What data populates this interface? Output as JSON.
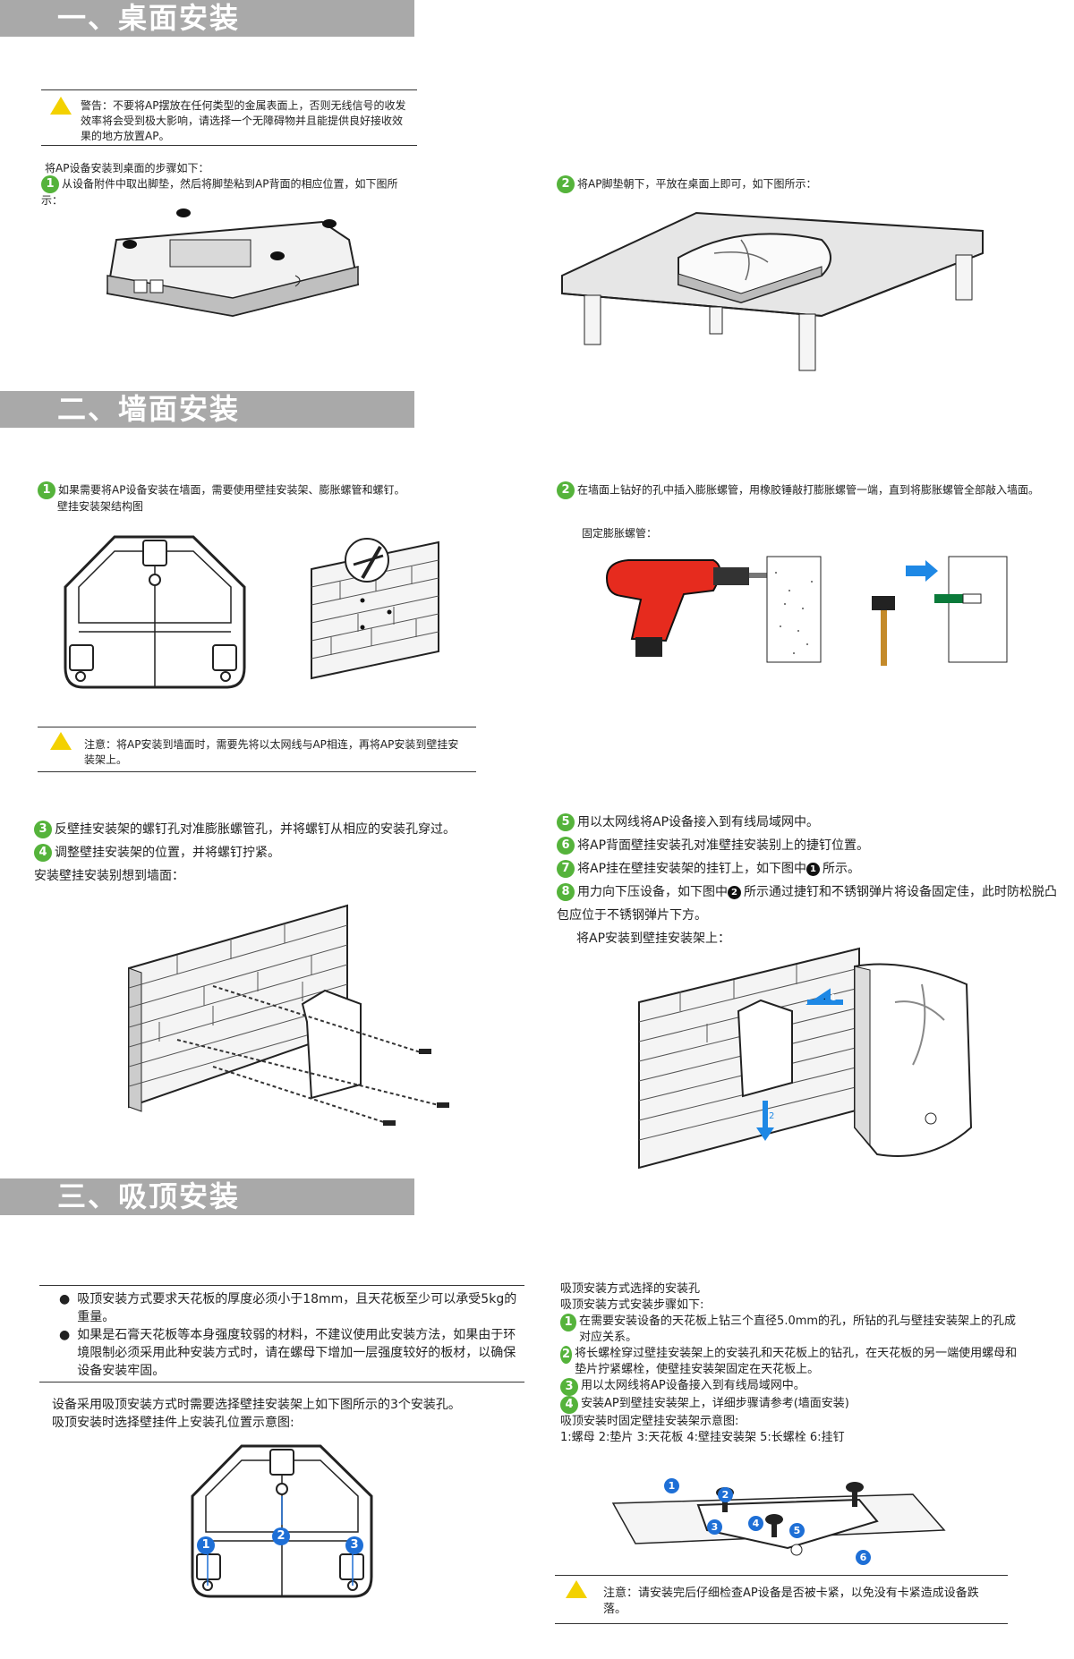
{
  "s1": {
    "title": "一、桌面安装",
    "warn_text": "警告：不要将AP摆放在任何类型的金属表面上，否则无线信号的收发效率将会受到极大影响，请选择一个无障碍物并且能提供良好接收效果的地方放置AP。",
    "intro": "将AP设备安装到桌面的步骤如下：",
    "step1_num": "1",
    "step1": "从设备附件中取出脚垫，然后将脚垫粘到AP背面的相应位置，如下图所示：",
    "step2_num": "2",
    "step2": "将AP脚垫朝下，平放在桌面上即可，如下图所示："
  },
  "s2": {
    "title": "二、墙面安装",
    "step1_num": "1",
    "step1": "如果需要将AP设备安装在墙面，需要使用壁挂安装架、膨胀螺管和螺钉。",
    "step1_sub": "壁挂安装架结构图",
    "step2_num": "2",
    "step2": "在墙面上钻好的孔中插入膨胀螺管，用橡胶锤敲打膨胀螺管一端，直到将膨胀螺管全部敲入墙面。",
    "step2_sub": "固定膨胀螺管：",
    "note": "注意：将AP安装到墙面时，需要先将以太网线与AP相连，再将AP安装到壁挂安装架上。",
    "step3_num": "3",
    "step3": "反壁挂安装架的螺钉孔对准膨胀螺管孔，并将螺钉从相应的安装孔穿过。",
    "step4_num": "4",
    "step4": "调整壁挂安装架的位置，并将螺钉拧紧。",
    "caption_left": "安装壁挂安装别想到墙面：",
    "step5_num": "5",
    "step5": "用以太网线将AP设备接入到有线局域网中。",
    "step6_num": "6",
    "step6": "将AP背面壁挂安装孔对准壁挂安装别上的捷钉位置。",
    "step7_num": "7",
    "step7_a": "将AP挂在壁挂安装架的挂钉上，如下图中",
    "step7_m": "1",
    "step7_b": "所示。",
    "step8_num": "8",
    "step8_a": "用力向下压设备，如下图中",
    "step8_m": "2",
    "step8_b": "所示通过捷钉和不锈钢弹片将设备固定佳，此时防松脱凸包应位于不锈钢弹片下方。",
    "caption_right": "将AP安装到壁挂安装架上：",
    "arrow1": "1",
    "arrow2": "2"
  },
  "s3": {
    "title": "三、吸顶安装",
    "bullet1": "吸顶安装方式要求天花板的厚度必须小于18mm，且天花板至少可以承受5kg的重量。",
    "bullet2": "如果是石膏天花板等本身强度较弱的材料，不建议使用此安装方法，如果由于环境限制必须采用此种安装方式时，请在螺母下增加一层强度较好的板材，以确保设备安装牢固。",
    "left_p1": "设备采用吸顶安装方式时需要选择壁挂安装架上如下图所示的3个安装孔。",
    "left_p2": "吸顶安装时选择壁挂件上安装孔位置示意图:",
    "hole_labels": [
      "1",
      "2",
      "3"
    ],
    "right_h1": "吸顶安装方式选择的安装孔",
    "right_h2": "吸顶安装方式安装步骤如下:",
    "step1_num": "1",
    "step1": "在需要安装设备的天花板上钻三个直径5.0mm的孔，所钻的孔与壁挂安装架上的孔成对应关系。",
    "step2_num": "2",
    "step2": "将长螺栓穿过壁挂安装架上的安装孔和天花板上的钻孔，在天花板的另一端使用螺母和垫片拧紧螺栓，使壁挂安装架固定在天花板上。",
    "step3_num": "3",
    "step3": "用以太网线将AP设备接入到有线局域网中。",
    "step4_num": "4",
    "step4": "安装AP到壁挂安装架上，详细步骤请参考(墙面安装)",
    "diagram_title": "吸顶安装时固定壁挂安装架示意图:",
    "legend": "1:螺母    2:垫片    3:天花板    4:壁挂安装架    5:长螺栓    6:挂钉",
    "part_labels": [
      "1",
      "2",
      "3",
      "4",
      "5",
      "6"
    ],
    "note": "注意：请安装完后仔细检查AP设备是否被卡紧，以免没有卡紧造成设备跌落。"
  }
}
